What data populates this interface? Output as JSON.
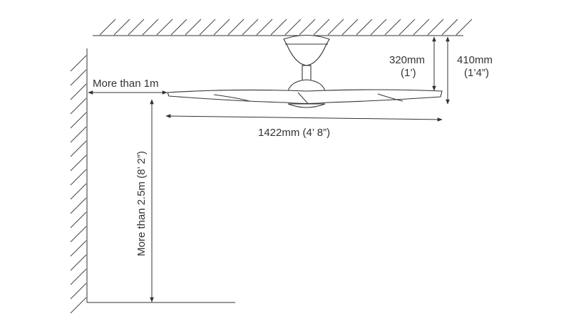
{
  "labels": {
    "wall_clearance": "More than 1m",
    "floor_clearance": "More than 2.5m (8’ 2”)",
    "blade_span": "1422mm  (4’ 8”)",
    "drop_short_mm": "320mm",
    "drop_short_ft": "(1’)",
    "drop_total_mm": "410mm",
    "drop_total_ft": "(1’4”)"
  },
  "colors": {
    "line": "#333333",
    "text": "#333333",
    "background": "#ffffff"
  }
}
